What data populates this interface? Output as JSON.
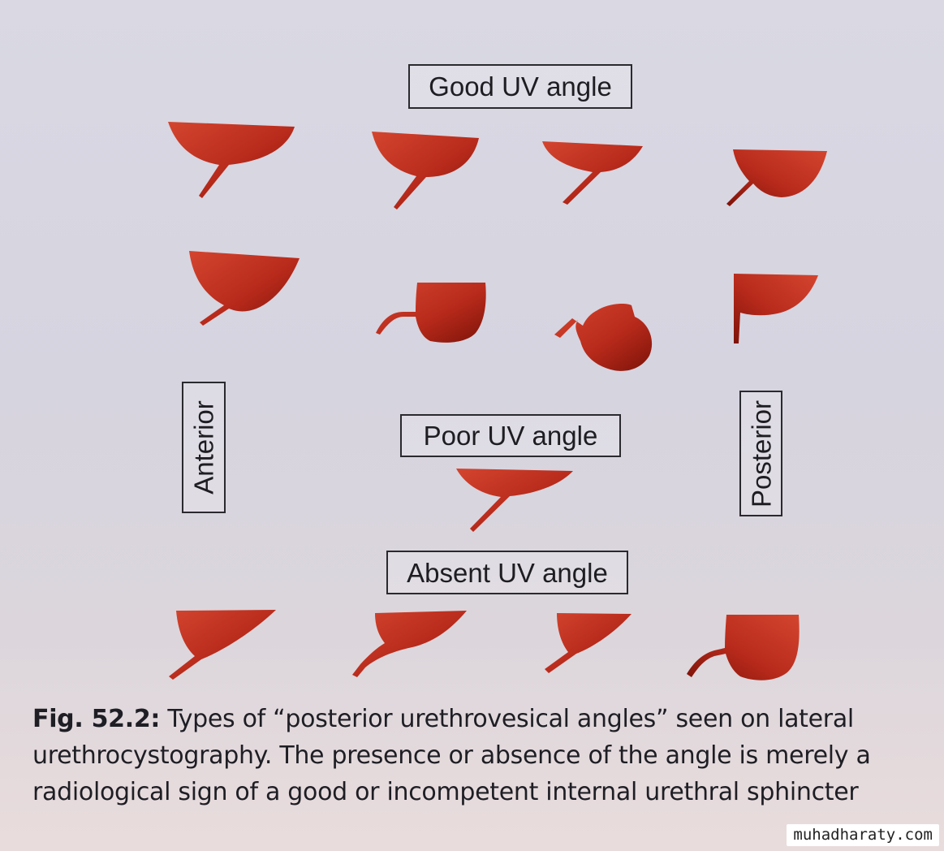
{
  "labels": {
    "good": "Good UV angle",
    "poor": "Poor UV angle",
    "absent": "Absent UV angle",
    "anterior": "Anterior",
    "posterior": "Posterior"
  },
  "caption": {
    "fig_label": "Fig. 52.2:",
    "text": " Types of “posterior urethrovesical angles” seen on lateral urethrocystography. The presence or absence of the angle is merely a radiological sign of a good or incompetent internal urethral sphincter"
  },
  "watermark": "muhadharaty.com",
  "colors": {
    "bladder_dark": "#8e1a12",
    "bladder_mid": "#c23220",
    "bladder_light": "#d9553e"
  }
}
